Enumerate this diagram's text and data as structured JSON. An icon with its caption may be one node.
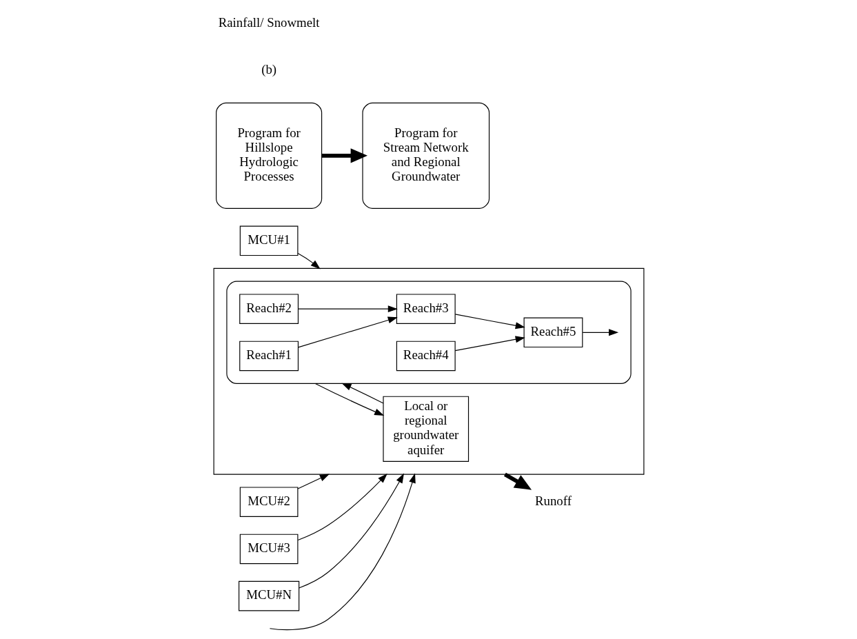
{
  "diagram": {
    "nodes": [
      {
        "text": [
          "MCU#1"
        ]
      },
      {
        "text": [
          "MCU#2"
        ]
      },
      {
        "text": [
          "MCU#3"
        ]
      },
      {
        "text": [
          "MCU#N"
        ]
      },
      {
        "text": [],
        "shape": "box"
      },
      {
        "text": [],
        "shape": "ellipse",
        "in": 4
      },
      {
        "text": [
          "Reach#1"
        ],
        "in": 5
      },
      {
        "text": [
          "Reach#2"
        ],
        "in": 5
      },
      {
        "text": [
          "Reach#3"
        ],
        "in": 5
      },
      {
        "text": [
          "Reach#4"
        ],
        "in": 5
      },
      {
        "text": [
          "Reach#5"
        ],
        "in": 5
      },
      {
        "text": [
          "Local or regional groundwater aquifer"
        ],
        "in": 4
      },
      {
        "text": [
          "Runoff"
        ]
      },
      {
        "text": [
          "Program for Hillslope Hydrologic Processes"
        ]
      },
      {
        "text": [
          "Program for Stream Network and Regional Groundwater"
        ]
      }
    ],
    "edges": [
      {
        "from": 0,
        "to": 4,
        "arrow": "to"
      },
      {
        "from": 1,
        "to": 4,
        "arrow": "to"
      },
      {
        "from": 2,
        "to": 4,
        "arrow": "to"
      },
      {
        "from": null,
        "to": 4,
        "arrow": "to"
      },
      {
        "from": 3,
        "to": 4,
        "arrow": "to"
      },
      {
        "from": 6,
        "to": 8,
        "arrow": "to"
      },
      {
        "from": 7,
        "to": 8,
        "arrow": "to"
      },
      {
        "from": 8,
        "to": 10,
        "arrow": "to"
      },
      {
        "from": 9,
        "to": 10,
        "arrow": "to"
      },
      {
        "from": 10,
        "to": null,
        "arrow": "to"
      },
      {
        "from": 5,
        "to": 11,
        "arrow": "to"
      },
      {
        "from": 11,
        "to": 5,
        "arrow": "to"
      },
      {
        "from": 4,
        "to": 12,
        "arrow": "to",
        "style": "thick"
      },
      {
        "from": 13,
        "to": 14,
        "arrow": "to",
        "style": "thick"
      }
    ],
    "labels": [
      "(b)",
      "Rainfall/ Snowmelt"
    ]
  }
}
